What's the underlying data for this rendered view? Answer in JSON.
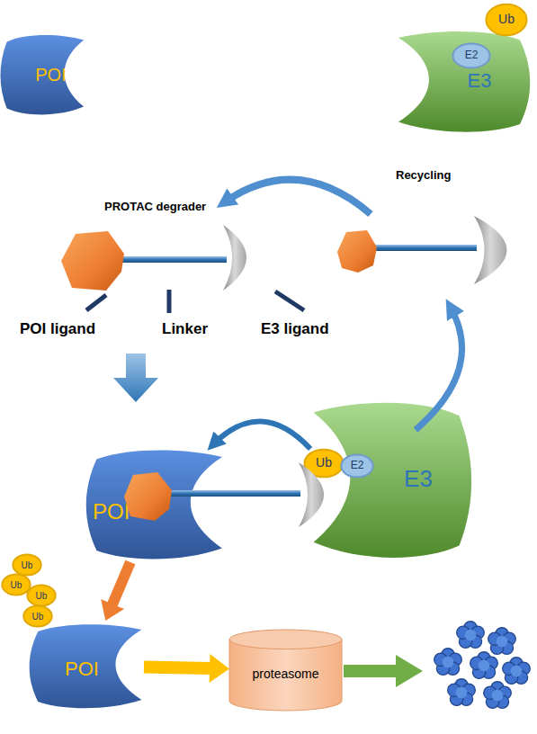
{
  "diagram": {
    "nodes": [
      {
        "text": [
          "POI"
        ]
      },
      {
        "text": [
          "E3"
        ]
      },
      {
        "text": [
          "E2"
        ]
      },
      {
        "text": [
          "Ub"
        ]
      },
      {
        "text": [
          "POI"
        ]
      },
      {
        "text": [
          "E3"
        ]
      },
      {
        "text": [
          "Ub"
        ]
      },
      {
        "text": [
          "E2"
        ]
      },
      {
        "text": [
          "Ub"
        ]
      },
      {
        "text": [
          "Ub"
        ]
      },
      {
        "text": [
          "Ub"
        ]
      },
      {
        "text": [
          "Ub"
        ]
      },
      {
        "text": [
          "POI"
        ]
      },
      {
        "text": [
          "proteasome"
        ]
      }
    ],
    "edges": [
      {
        "from": 6,
        "to": 4,
        "arrow": "to"
      },
      {
        "from": 4,
        "to": 12,
        "arrow": "to"
      },
      {
        "from": 12,
        "to": 13,
        "arrow": "to"
      }
    ],
    "labels": [
      "PROTAC degrader",
      "Recycling",
      "POI ligand",
      "Linker",
      "E3 ligand"
    ]
  }
}
